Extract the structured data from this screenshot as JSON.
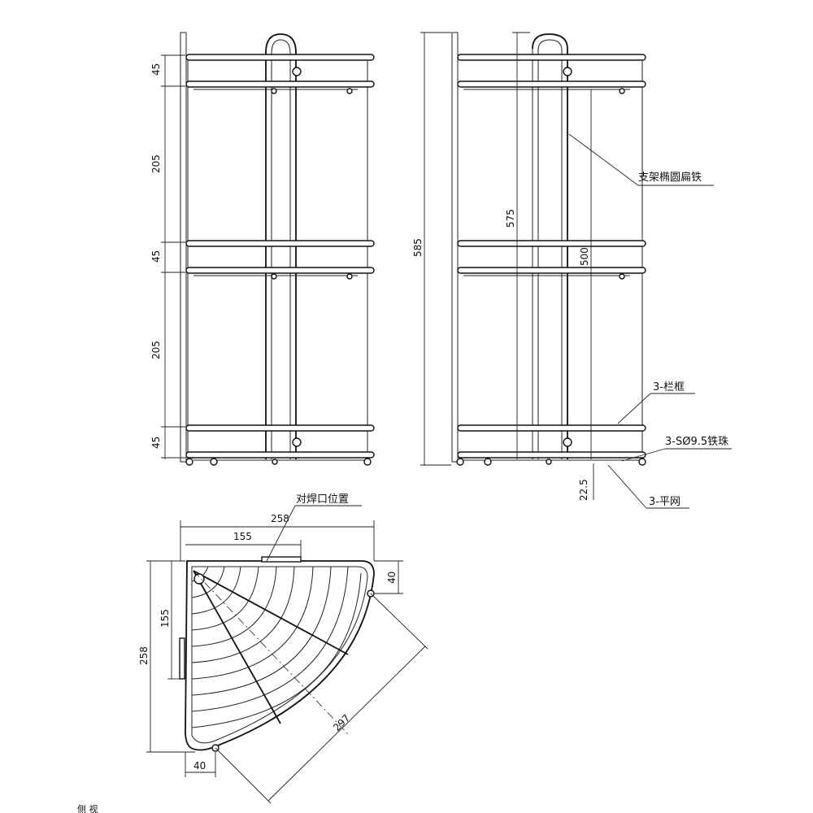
{
  "front_view": {
    "dims": {
      "top_gap": "45",
      "span1": "205",
      "mid_gap": "45",
      "span2": "205",
      "bottom_gap": "45"
    }
  },
  "side_view": {
    "dims": {
      "overall": "585",
      "inner": "575",
      "bracket": "500",
      "foot": "22.5"
    },
    "labels": {
      "bracket": "支架椭圆扁铁",
      "rail": "3-栏框",
      "bead": "3-SØ9.5铁珠",
      "mesh": "3-平网"
    }
  },
  "plan_view": {
    "dims": {
      "width": "258",
      "inner_width": "155",
      "depth": "258",
      "inner_depth": "155",
      "corner_top": "40",
      "corner_bottom": "40",
      "diagonal": "297"
    },
    "labels": {
      "weld": "对焊口位置"
    }
  },
  "caption": "侧 视"
}
